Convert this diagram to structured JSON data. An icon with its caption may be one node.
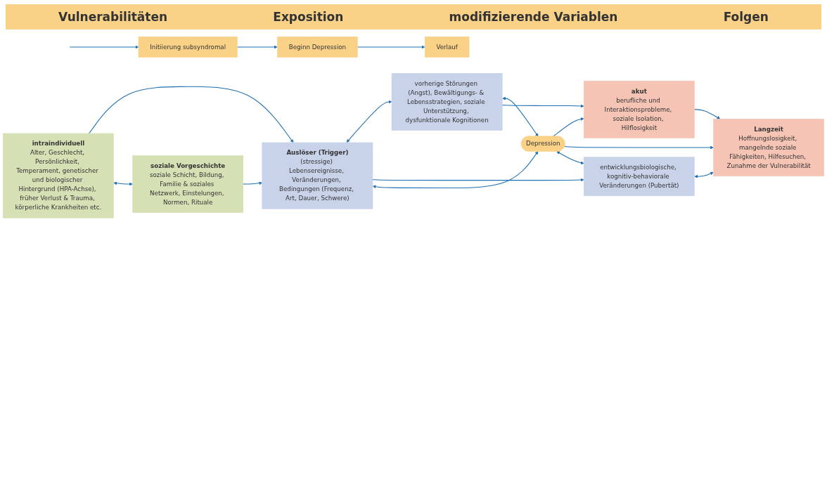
{
  "diagram": {
    "nodes": [
      {
        "text": [
          "intraindividuell",
          "Alter, Geschlecht, Persönlichkeit, Temperament, genetischer und biologischer Hintergrund (HPA-Achse), früher Verlust & Trauma, körperliche Krankheiten etc."
        ]
      },
      {
        "text": [
          "soziale Vorgeschichte",
          "soziale Schicht, Bildung, Familie & soziales Netzwerk, Einstelungen, Normen, Rituale"
        ]
      },
      {
        "text": [
          "Auslöser (Trigger)",
          "(stressige) Lebensereignisse, Veränderungen, Bedingungen (Frequenz, Art, Dauer, Schwere)"
        ]
      },
      {
        "text": [
          "vorherige Störungen (Angst), Bewältigungs- & Lebensstrategien, soziale Unterstützung, dysfunktionale Kognitionen"
        ]
      },
      {
        "text": [
          "Depression"
        ]
      },
      {
        "text": [
          "entwicklungsbiologische, kognitiv-behaviorale Veränderungen (Pubertät)"
        ]
      },
      {
        "text": [
          "akut",
          "berufliche und Interaktionsprobleme, soziale Isolation, Hilflosigkeit"
        ]
      },
      {
        "text": [
          "Langzeit",
          "Hoffnungslosigkeit, mangelnde soziale Fähigkeiten, Hilfesuchen, Zunahme der Vulnerabilität"
        ]
      },
      {
        "text": [
          "Initiierung subsyndromal"
        ]
      },
      {
        "text": [
          "Beginn Depression"
        ]
      },
      {
        "text": [
          "Verlauf"
        ]
      }
    ],
    "edges": [
      {
        "from": 0,
        "to": 2,
        "arrow": "to"
      },
      {
        "from": 1,
        "to": 2,
        "arrow": "to"
      },
      {
        "from": 0,
        "to": 1,
        "arrow": "both"
      },
      {
        "from": 2,
        "to": 3,
        "arrow": "both"
      },
      {
        "from": 2,
        "to": 5,
        "arrow": "to"
      },
      {
        "from": 2,
        "to": 4,
        "arrow": "both"
      },
      {
        "from": 3,
        "to": 4,
        "arrow": "both"
      },
      {
        "from": 3,
        "to": 6,
        "arrow": "to"
      },
      {
        "from": 4,
        "to": 6,
        "arrow": "to"
      },
      {
        "from": 4,
        "to": 7,
        "arrow": "to"
      },
      {
        "from": 6,
        "to": 7,
        "arrow": "to"
      },
      {
        "from": 4,
        "to": 5,
        "arrow": "both"
      },
      {
        "from": 5,
        "to": 7,
        "arrow": "both"
      },
      {
        "from": null,
        "to": 8,
        "arrow": "to"
      },
      {
        "from": 8,
        "to": 9,
        "arrow": "to"
      },
      {
        "from": 9,
        "to": 10,
        "arrow": "to"
      }
    ],
    "labels": [
      "Vulnerabilitäten",
      "Exposition",
      "modifizierende Variablen",
      "Folgen"
    ]
  }
}
